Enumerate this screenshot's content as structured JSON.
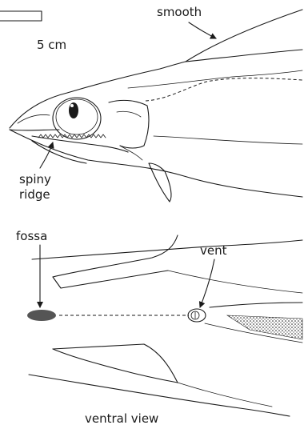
{
  "labels": {
    "smooth": "smooth",
    "scale": "5 cm",
    "spiny_line1": "spiny",
    "spiny_line2": "ridge",
    "fossa": "fossa",
    "vent": "vent",
    "ventral_view": "ventral view"
  },
  "colors": {
    "ink": "#1a1a1a",
    "fossa_fill": "#555555",
    "background": "#ffffff"
  }
}
